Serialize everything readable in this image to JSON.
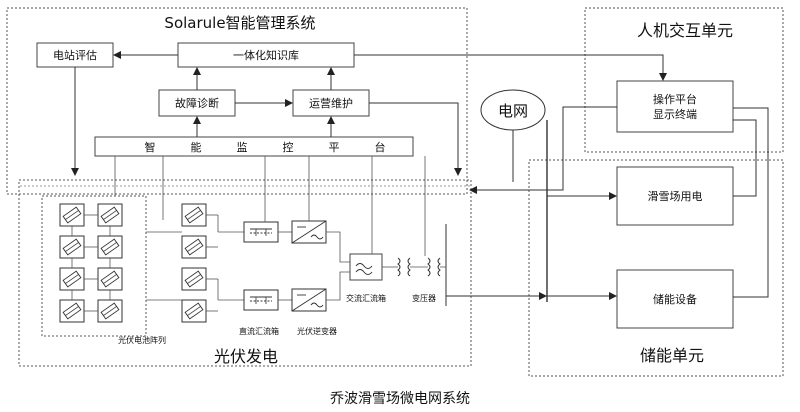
{
  "regions": {
    "management": "Solarule智能管理系统",
    "hmi": "人机交互单元",
    "pv": "光伏发电",
    "storage_region": "储能单元"
  },
  "boxes": {
    "station_eval": "电站评估",
    "knowledge_base": "一体化知识库",
    "fault_diag": "故障诊断",
    "ops_maint": "运营维护",
    "monitor_platform": [
      "智",
      "能",
      "监",
      "控",
      "平",
      "台"
    ],
    "operate_platform_line1": "操作平台",
    "operate_platform_line2": "显示终端",
    "ski_load": "滑雪场用电",
    "storage_device": "储能设备",
    "grid": "电网"
  },
  "labels": {
    "pv_array": "光伏电池阵列",
    "dc_combiner": "直流汇流箱",
    "pv_inverter": "光伏逆变器",
    "ac_combiner": "交流汇流箱",
    "transformer": "变压器"
  },
  "caption": "乔波滑雪场微电网系统"
}
